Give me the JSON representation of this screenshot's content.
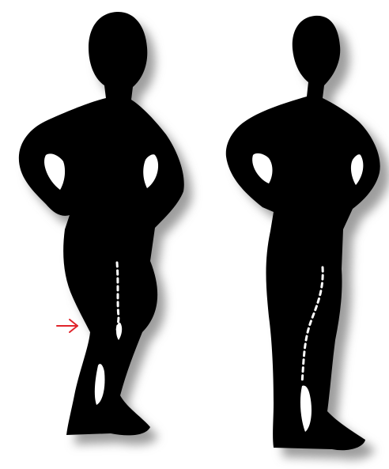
{
  "colors": {
    "background": "#ffffff",
    "silhouette": "#000000",
    "shadow": "#8c8c8c",
    "dashed_line": "#ffffff",
    "arrow": "#e0242b"
  },
  "figures": [
    {
      "id": "left",
      "description_icon": "silhouette-figure",
      "has_arrow": true
    },
    {
      "id": "right",
      "description_icon": "silhouette-figure",
      "has_arrow": false
    }
  ],
  "arrow": {
    "icon": "right-arrow-icon"
  }
}
